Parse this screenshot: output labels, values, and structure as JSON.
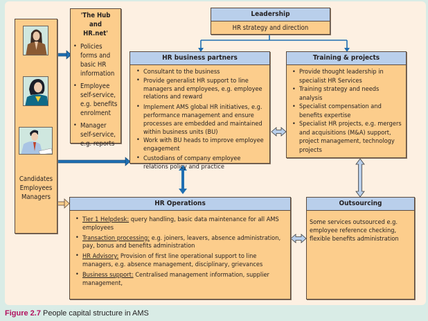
{
  "hub": {
    "title_line1": "'The Hub",
    "title_line2": "and",
    "title_line3": "HR.net'",
    "items": [
      "Policies forms and basic HR information",
      "Employee self-service, e.g. benefits enrolment",
      "Manager self-service, e.g. reports"
    ]
  },
  "people": {
    "portraits": [
      "woman-in-brown-portrait",
      "woman-in-teal-portrait",
      "man-at-desk-portrait"
    ],
    "labels": [
      "Candidates",
      "Employees",
      "Managers"
    ]
  },
  "leadership": {
    "title": "Leadership",
    "subtitle": "HR strategy and direction"
  },
  "hr_business_partners": {
    "title": "HR business partners",
    "items": [
      "Consultant to the business",
      "Provide generalist HR support to line managers and employees, e.g. employee relations and reward",
      "Implement AMS global HR initiatives, e.g. performance management and ensure processes are embedded and maintained within business units (BU)",
      "Work with BU heads to improve employee engagement",
      "Custodians of company employee relations policy and practice"
    ]
  },
  "training_projects": {
    "title": "Training & projects",
    "items": [
      "Provide thought leadership in specialist HR Services",
      "Training strategy and needs analysis",
      "Specialist compensation and benefits expertise",
      "Specialist HR projects, e.g. mergers and acquisitions (M&A) support, project management, technology projects"
    ]
  },
  "hr_operations": {
    "title": "HR Operations",
    "items": [
      {
        "term": "Tier 1 Helpdesk:",
        "text": " query handling, basic data maintenance for all AMS employees"
      },
      {
        "term": "Transaction processing:",
        "text": " e.g. joiners, leavers, absence administration, pay, bonus and benefits administration"
      },
      {
        "term": "HR Advisory:",
        "text": " Provision of first line operational support to line managers, e.g. absence management, disciplinary, grievances"
      },
      {
        "term": "Business support:",
        "text": " Centralised management information, supplier management,"
      }
    ]
  },
  "outsourcing": {
    "title": "Outsourcing",
    "text": "Some services outsourced e.g. employee reference checking, flexible benefits administration"
  },
  "caption": {
    "figure": "Figure 2.7",
    "text": "People capital structure in AMS"
  },
  "colors": {
    "box_fill": "#fccd8c",
    "header_fill": "#b9cfeb",
    "arrow_blue": "#1f6fb2",
    "caption_accent": "#b2125f"
  }
}
